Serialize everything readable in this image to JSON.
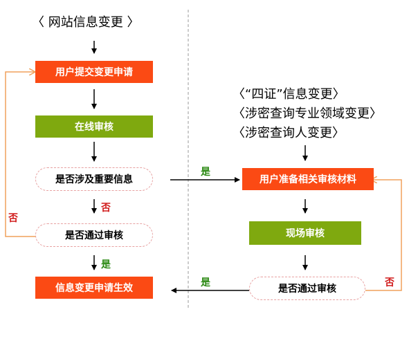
{
  "left": {
    "heading": "〈 网站信息变更 〉",
    "steps": {
      "submit": "用户提交变更申请",
      "online_review": "在线审核",
      "important_check": "是否涉及重要信息",
      "pass_check": "是否通过审核",
      "effective": "信息变更申请生效"
    },
    "labels": {
      "no_down": "否",
      "no_loop": "否",
      "yes_down": "是"
    }
  },
  "right": {
    "headings": [
      "〈“四证”信息变更〉",
      "〈涉密查询专业领域变更〉",
      "〈涉密查询人变更〉"
    ],
    "steps": {
      "prepare": "用户准备相关审核材料",
      "onsite_review": "现场审核",
      "pass_check": "是否通过审核"
    },
    "labels": {
      "no_loop": "否"
    }
  },
  "cross": {
    "yes_to_right": "是",
    "yes_to_left": "是"
  },
  "colors": {
    "orange": "#fb4a14",
    "green": "#7fa90f",
    "dashed_border": "#e7a0a0",
    "loop_line": "#f0a15c"
  }
}
